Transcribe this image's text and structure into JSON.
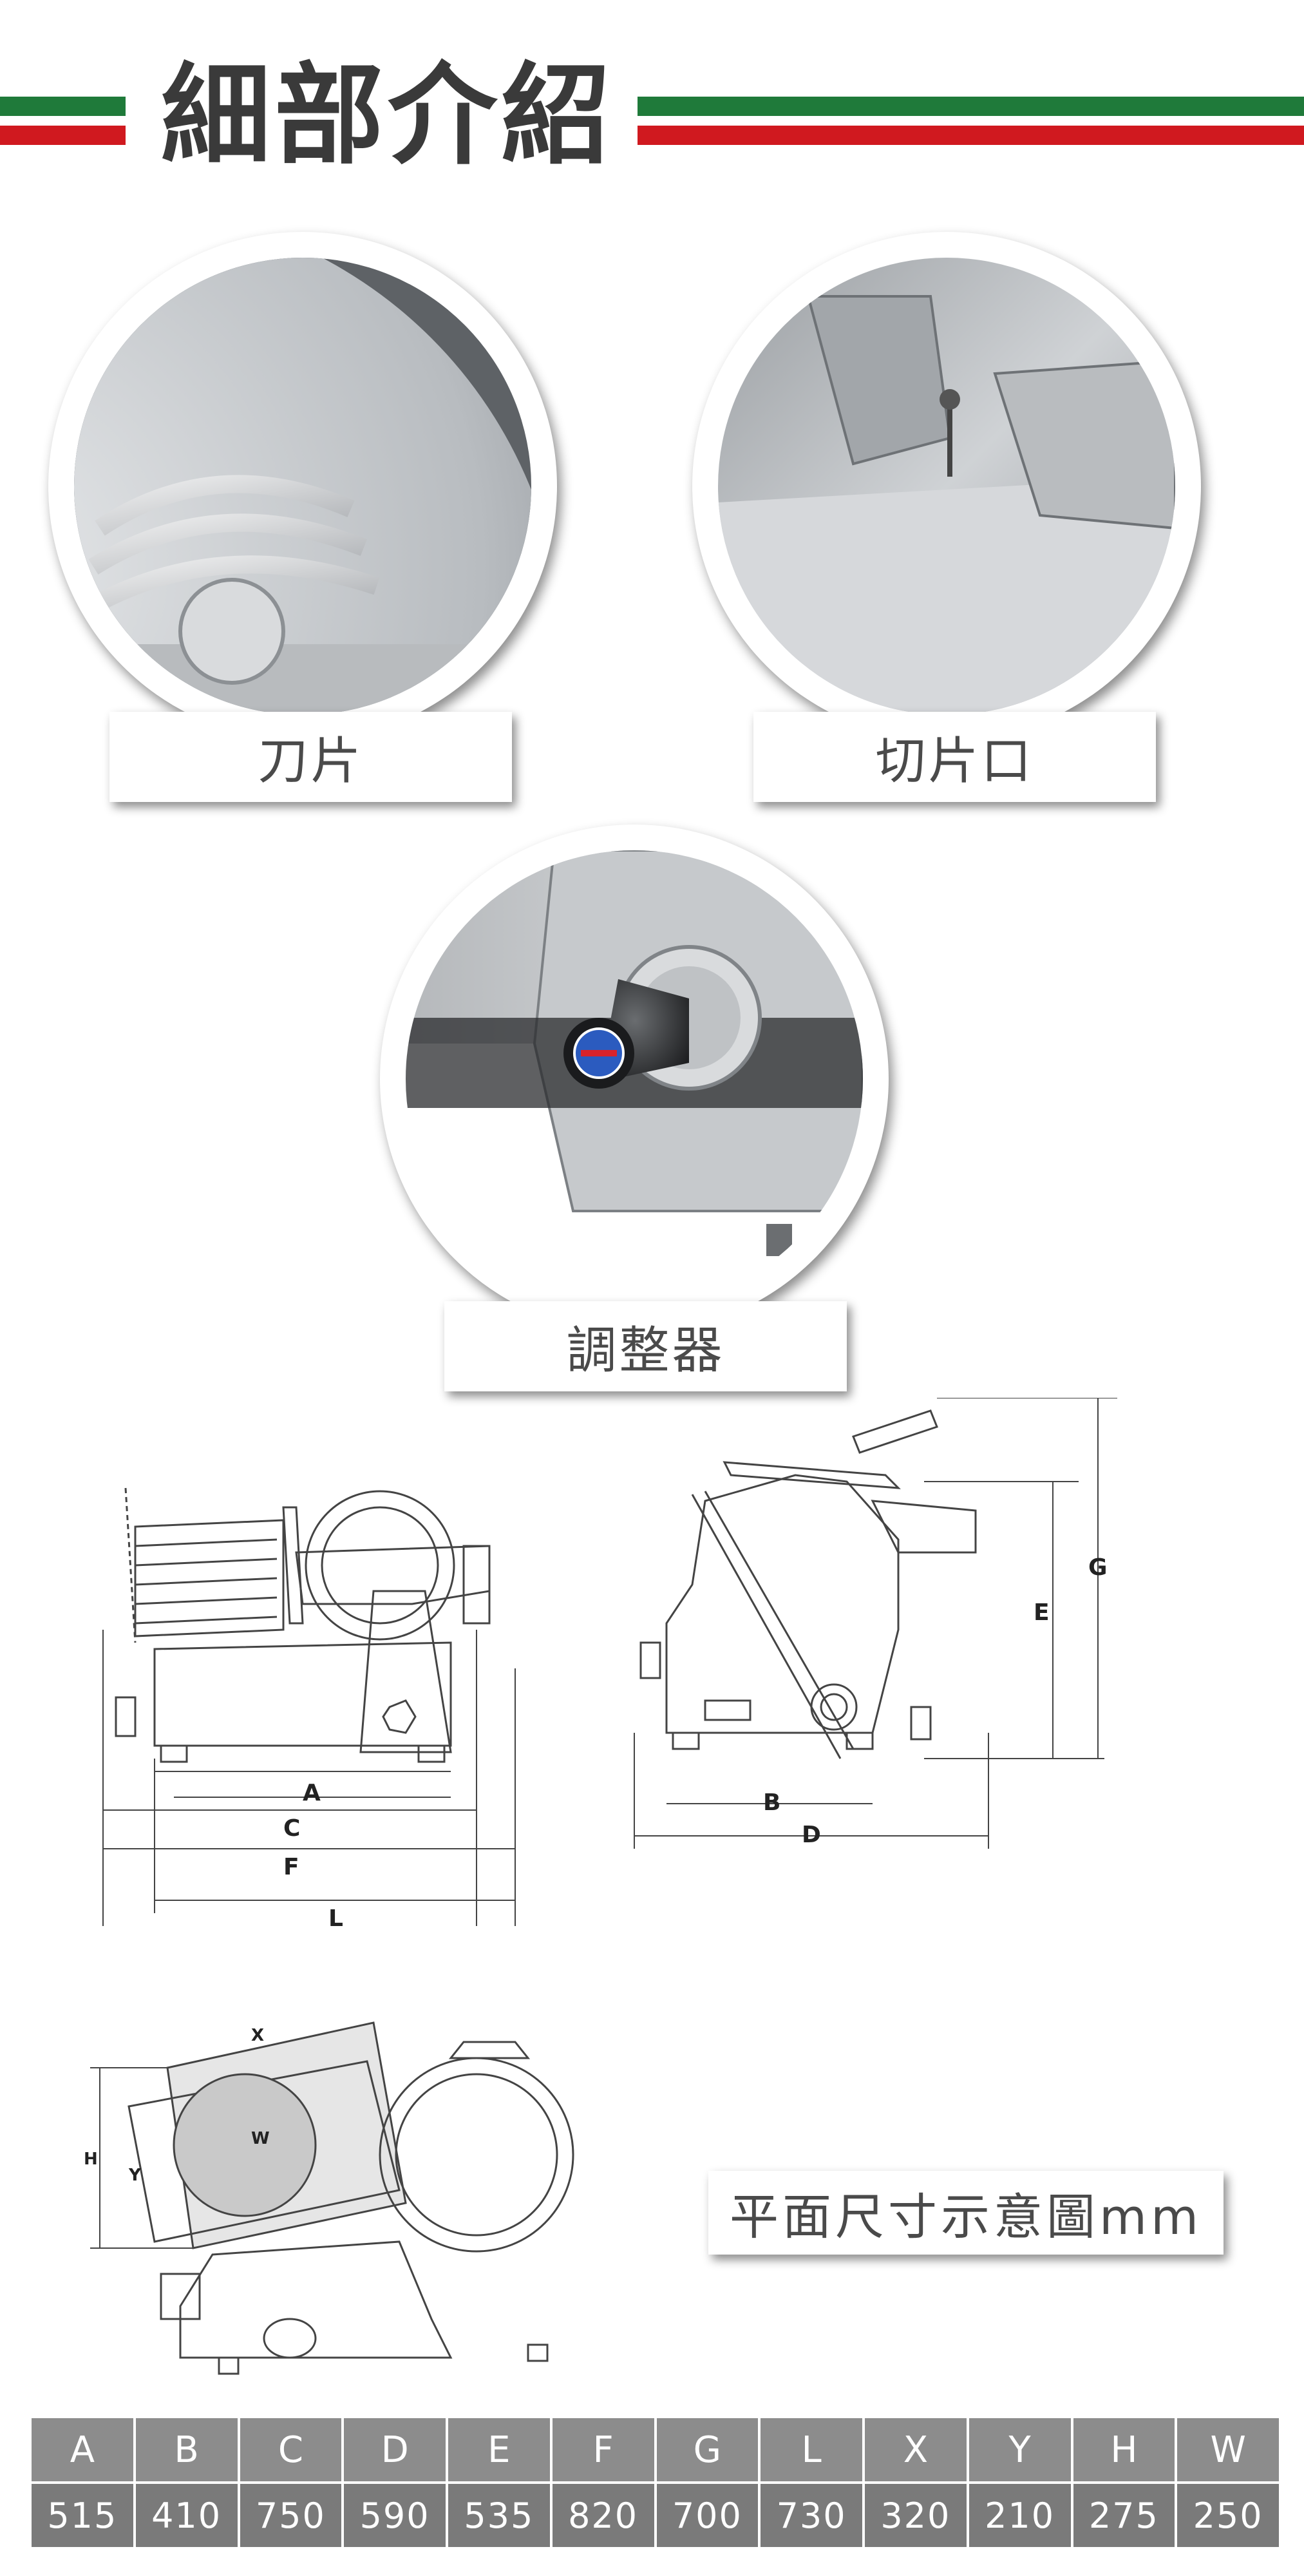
{
  "header": {
    "title": "細部介紹"
  },
  "details": [
    {
      "label": "刀片"
    },
    {
      "label": "切片口"
    },
    {
      "label": "調整器"
    }
  ],
  "plan_caption": "平面尺寸示意圖mm",
  "front_view": {
    "labels": {
      "A": "A",
      "C": "C",
      "F": "F",
      "L": "L"
    }
  },
  "side_view": {
    "labels": {
      "B": "B",
      "D": "D",
      "E": "E",
      "G": "G"
    }
  },
  "top_view": {
    "labels": {
      "X": "X",
      "W": "W",
      "H": "H",
      "Y": "Y"
    }
  },
  "dimensions": {
    "headers": [
      "A",
      "B",
      "C",
      "D",
      "E",
      "F",
      "G",
      "L",
      "X",
      "Y",
      "H",
      "W"
    ],
    "values": [
      "515",
      "410",
      "750",
      "590",
      "535",
      "820",
      "700",
      "730",
      "320",
      "210",
      "275",
      "250"
    ]
  },
  "colors": {
    "green": "#1f7a3a",
    "red": "#d0191f",
    "table": "#7a7a7a"
  }
}
